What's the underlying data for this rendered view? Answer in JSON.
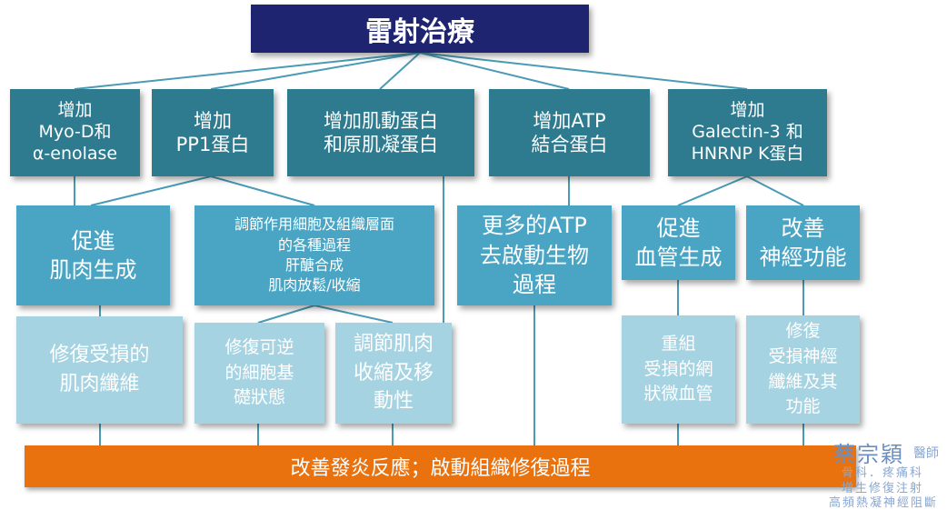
{
  "title": "雷射治療",
  "level1": [
    "增加\nMyo-D和\nα-enolase",
    "增加\nPP1蛋白",
    "增加肌動蛋白\n和原肌凝蛋白",
    "增加ATP\n結合蛋白",
    "增加\nGalectin-3 和\nHNRNP K蛋白"
  ],
  "level2": [
    "促進\n肌肉生成",
    "調節作用細胞及組織層面\n的各種過程\n肝醣合成\n肌肉放鬆/收縮",
    "更多的ATP\n去啟動生物\n過程",
    "促進\n血管生成",
    "改善\n神經功能"
  ],
  "level3": [
    "修復受損的\n肌肉纖維",
    "修復可逆\n的細胞基\n礎狀態",
    "調節肌肉\n收縮及移\n動性",
    "重組\n受損的網\n狀微血管",
    "修復\n受損神經\n纖維及其\n功能"
  ],
  "bottom_bar": "改善發炎反應；啟動組織修復過程",
  "watermark": {
    "name": "蔡宗穎",
    "title": "醫師",
    "line1": "骨科．疼痛科",
    "line2": "增生修復注射",
    "line3": "高頻熱凝神經阻斷"
  },
  "colors": {
    "title_bg": "#1e2470",
    "level1_bg": "#2e7b90",
    "level2_bg": "#4aa4c3",
    "level3_bg": "#a6d3e2",
    "bar_bg": "#e9720f"
  }
}
